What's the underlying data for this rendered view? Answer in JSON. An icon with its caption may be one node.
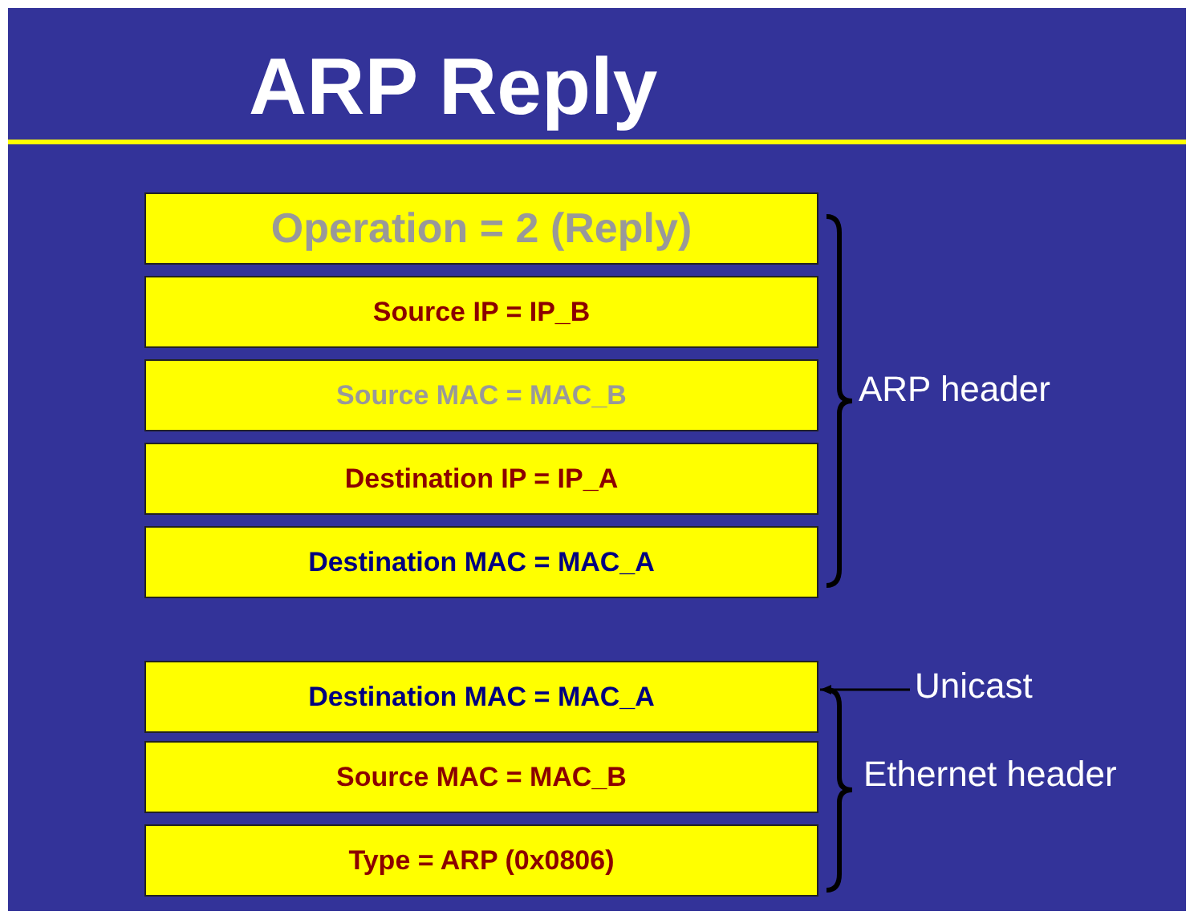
{
  "diagram": {
    "title": "ARP Reply",
    "nodes": [
      {
        "text": [
          "Operation = 2 (Reply)"
        ]
      },
      {
        "text": [
          "Source IP = IP_B"
        ]
      },
      {
        "text": [
          "Source MAC = MAC_B"
        ]
      },
      {
        "text": [
          "Destination IP = IP_A"
        ]
      },
      {
        "text": [
          "Destination MAC = MAC_A"
        ]
      },
      {
        "text": [
          "Destination MAC = MAC_A"
        ]
      },
      {
        "text": [
          "Source MAC = MAC_B"
        ]
      },
      {
        "text": [
          "Type = ARP (0x0806)"
        ]
      },
      {
        "text": [
          "Unicast"
        ]
      }
    ],
    "edges": [
      {
        "from": 8,
        "to": 5,
        "arrow": "to"
      }
    ],
    "labels": [
      "ARP header",
      "Ethernet header"
    ]
  }
}
